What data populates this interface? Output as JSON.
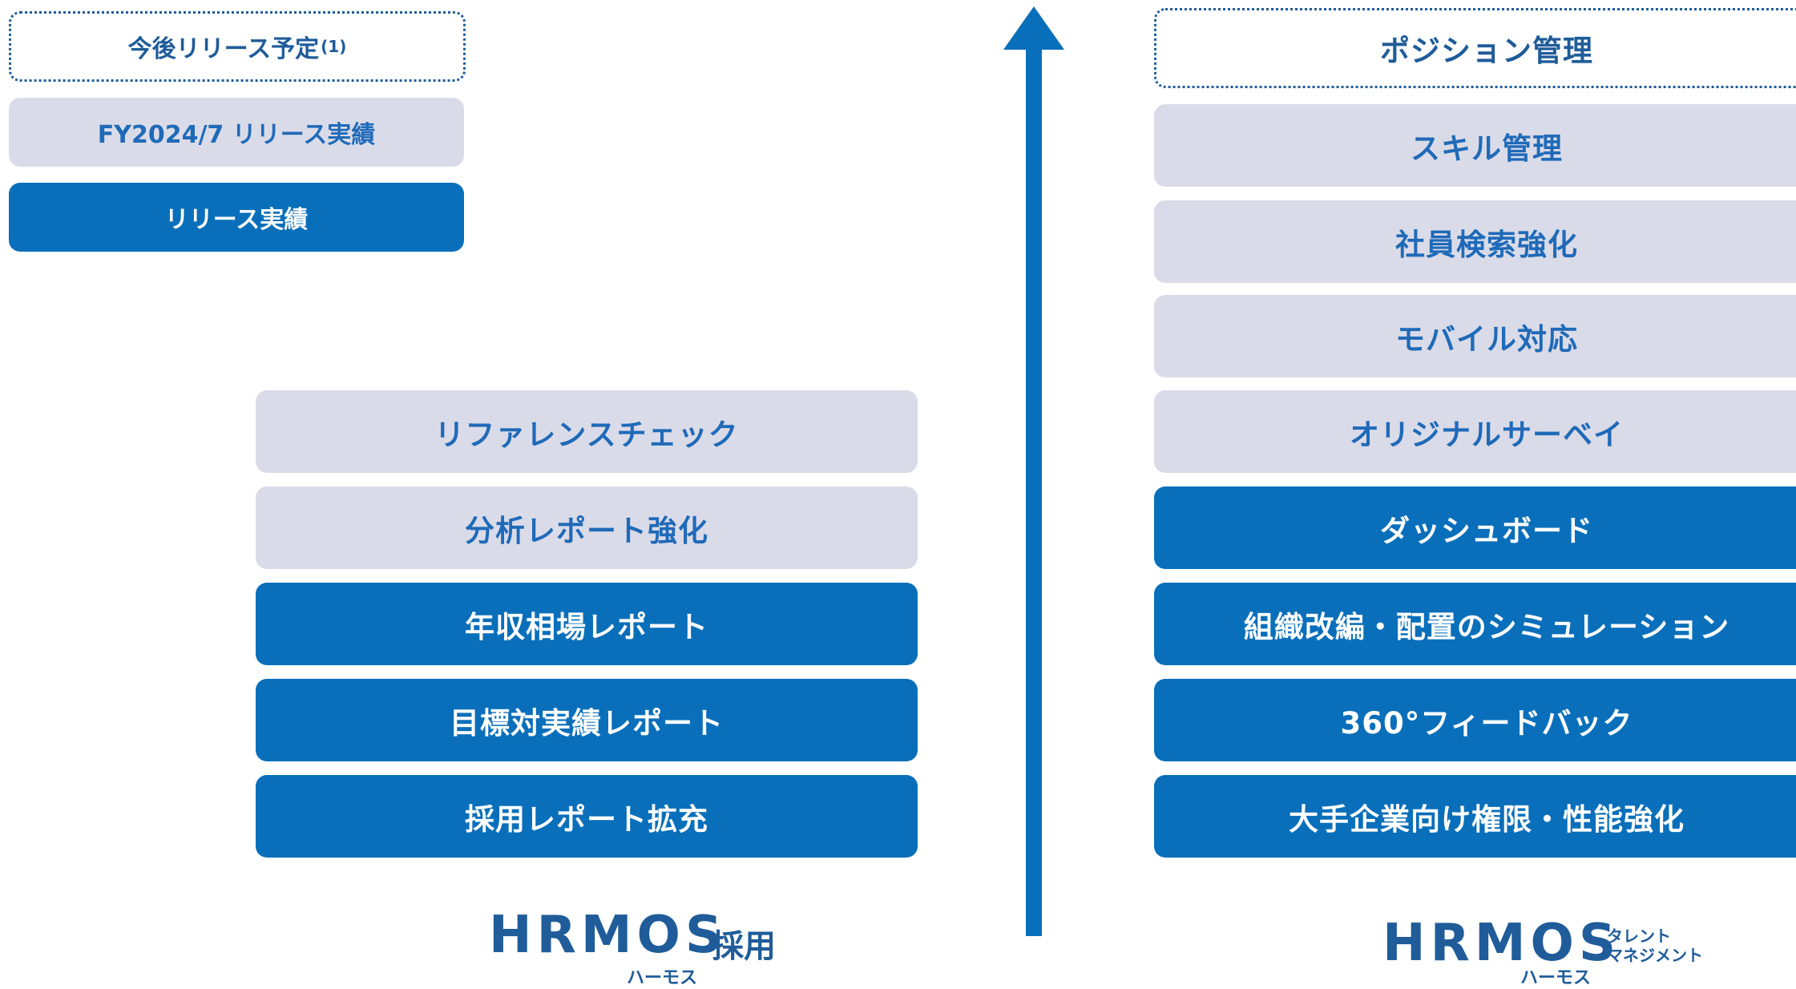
{
  "legend": {
    "planned": "今後リリース予定",
    "planned_note": "(1)",
    "fy_release": "FY2024/7 リリース実績",
    "released": "リリース実績"
  },
  "recruitment": {
    "items": [
      {
        "label": "リファレンスチェック",
        "status": "fy"
      },
      {
        "label": "分析レポート強化",
        "status": "fy"
      },
      {
        "label": "年収相場レポート",
        "status": "released"
      },
      {
        "label": "目標対実績レポート",
        "status": "released"
      },
      {
        "label": "採用レポート拡充",
        "status": "released"
      }
    ],
    "logo": {
      "main": "HRMOS",
      "suffix": "採用",
      "reading": "ハーモス"
    }
  },
  "talent": {
    "items": [
      {
        "label": "ポジション管理",
        "status": "planned"
      },
      {
        "label": "スキル管理",
        "status": "fy"
      },
      {
        "label": "社員検索強化",
        "status": "fy"
      },
      {
        "label": "モバイル対応",
        "status": "fy"
      },
      {
        "label": "オリジナルサーベイ",
        "status": "fy"
      },
      {
        "label": "ダッシュボード",
        "status": "released"
      },
      {
        "label": "組織改編・配置のシミュレーション",
        "status": "released"
      },
      {
        "label": "360°フィードバック",
        "status": "released"
      },
      {
        "label": "大手企業向け権限・性能強化",
        "status": "released"
      }
    ],
    "logo": {
      "main": "HRMOS",
      "suffix_line1": "タレント",
      "suffix_line2": "マネジメント",
      "reading": "ハーモス"
    }
  },
  "colors": {
    "released": "#0a6fba",
    "fy": "#dadbe8",
    "planned_border": "#1f5c99",
    "text_fy": "#1f6ab8",
    "arrow": "#0a6fba"
  }
}
